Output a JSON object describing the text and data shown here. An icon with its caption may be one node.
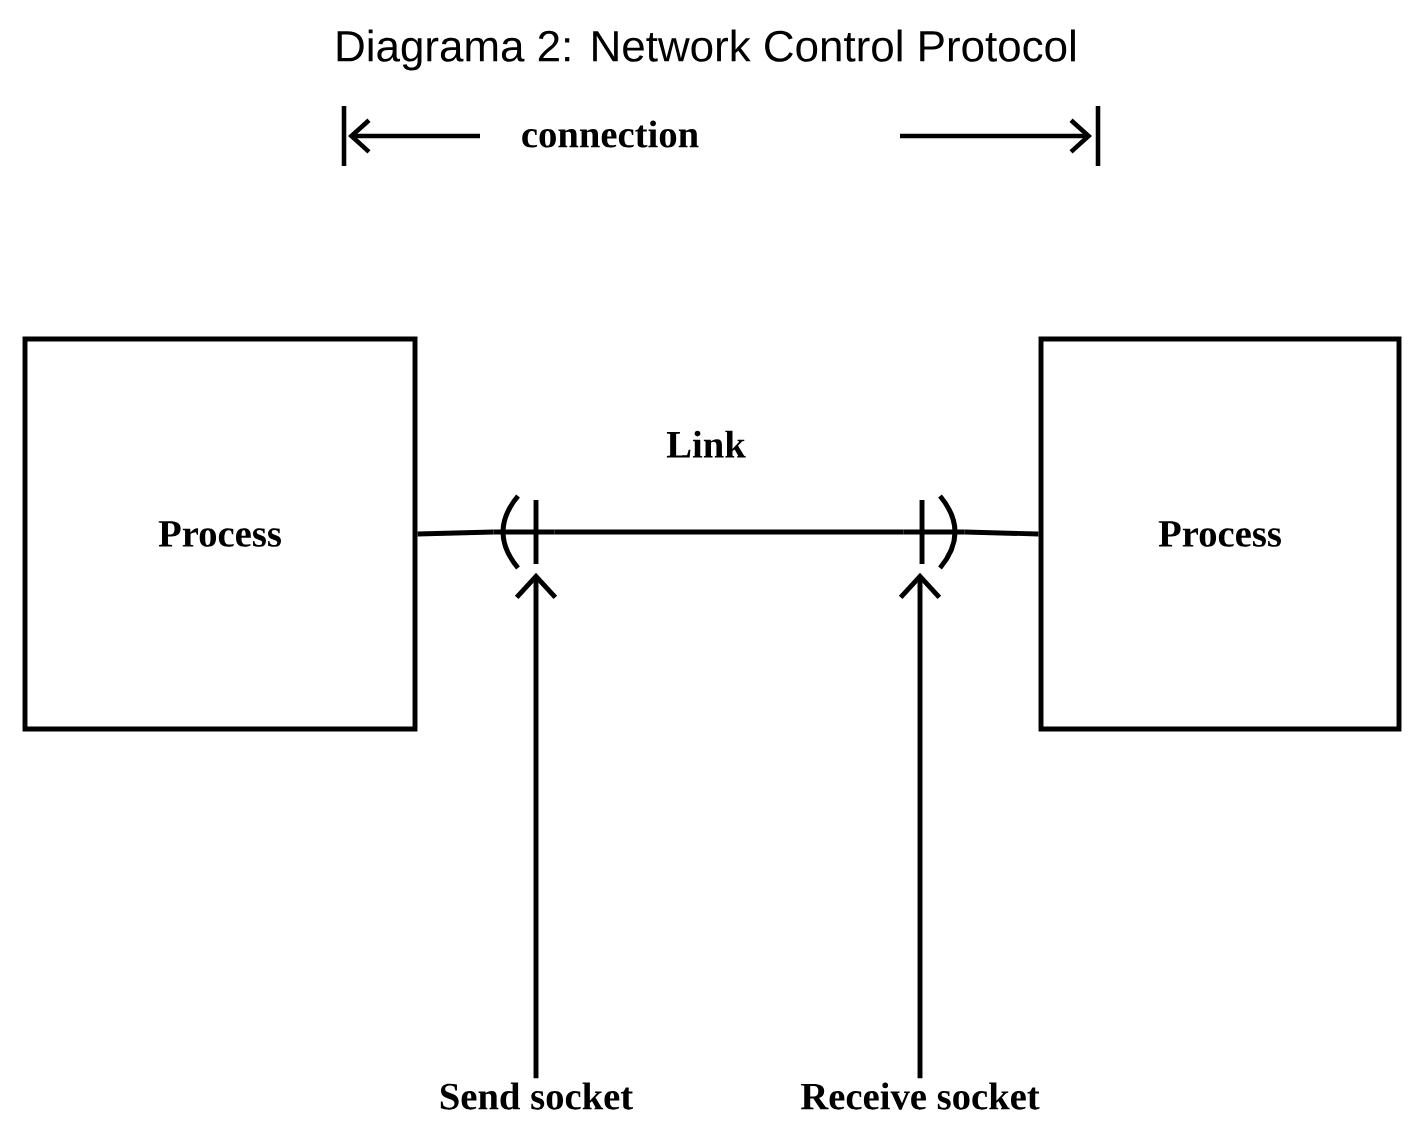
{
  "diagram": {
    "title": "Diagrama 2: Network Control Protocol",
    "nodes": [
      {
        "text": [
          "Process"
        ]
      },
      {
        "text": [
          "Process"
        ]
      },
      {
        "text": [],
        "shape": "bar"
      },
      {
        "text": [],
        "shape": "bar"
      },
      {
        "text": [
          "Send socket"
        ]
      },
      {
        "text": [
          "Receive socket"
        ]
      }
    ],
    "edges": [
      {
        "from": 0,
        "to": 2,
        "arrow": "none"
      },
      {
        "from": 2,
        "to": 3,
        "arrow": "none",
        "label": "Link"
      },
      {
        "from": 3,
        "to": 1,
        "arrow": "none"
      },
      {
        "from": 4,
        "to": 2,
        "arrow": "to"
      },
      {
        "from": 5,
        "to": 3,
        "arrow": "to"
      }
    ],
    "labels": [
      "connection"
    ]
  }
}
